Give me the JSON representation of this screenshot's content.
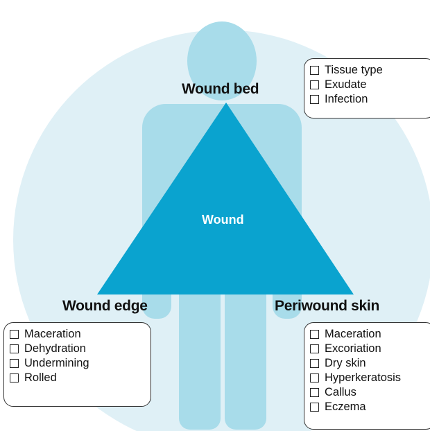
{
  "colors": {
    "background_circle": "#dff0f6",
    "figure": "#a8dcea",
    "triangle": "#0aa3cf",
    "center_text": "#ffffff"
  },
  "labels": {
    "wound_bed": "Wound bed",
    "wound_edge": "Wound edge",
    "periwound_skin": "Periwound skin",
    "wound_center": "Wound"
  },
  "checklists": {
    "wound_bed": {
      "items": [
        {
          "label": "Tissue type",
          "checked": false
        },
        {
          "label": "Exudate",
          "checked": false
        },
        {
          "label": "Infection",
          "checked": false
        }
      ]
    },
    "wound_edge": {
      "items": [
        {
          "label": "Maceration",
          "checked": false
        },
        {
          "label": "Dehydration",
          "checked": false
        },
        {
          "label": "Undermining",
          "checked": false
        },
        {
          "label": "Rolled",
          "checked": false
        }
      ]
    },
    "periwound_skin": {
      "items": [
        {
          "label": "Maceration",
          "checked": false
        },
        {
          "label": "Excoriation",
          "checked": false
        },
        {
          "label": "Dry skin",
          "checked": false
        },
        {
          "label": "Hyperkeratosis",
          "checked": false
        },
        {
          "label": "Callus",
          "checked": false
        },
        {
          "label": "Eczema",
          "checked": false
        }
      ]
    }
  }
}
